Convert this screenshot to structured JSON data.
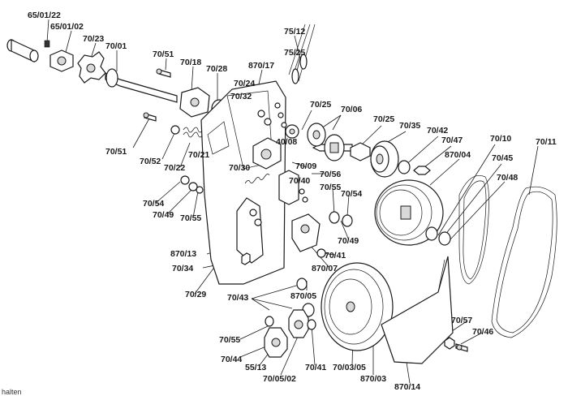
{
  "caption": "halten",
  "part_labels": [
    "65/01/22",
    "65/01/02",
    "70/23",
    "70/01",
    "70/51",
    "70/18",
    "70/28",
    "870/17",
    "75/12",
    "75/25",
    "70/24",
    "70/32",
    "70/25",
    "70/06",
    "70/25",
    "70/35",
    "70/42",
    "70/47",
    "70/10",
    "70/11",
    "870/04",
    "70/45",
    "70/48",
    "70/51",
    "70/52",
    "70/22",
    "70/21",
    "40/08",
    "70/09",
    "70/30",
    "70/40",
    "70/56",
    "70/54",
    "70/49",
    "70/55",
    "70/55",
    "70/54",
    "70/49",
    "870/13",
    "70/34",
    "70/41",
    "870/07",
    "70/29",
    "70/43",
    "870/05",
    "70/55",
    "70/44",
    "55/13",
    "70/05/02",
    "70/41",
    "70/03/05",
    "870/03",
    "870/14",
    "70/57",
    "70/46"
  ]
}
